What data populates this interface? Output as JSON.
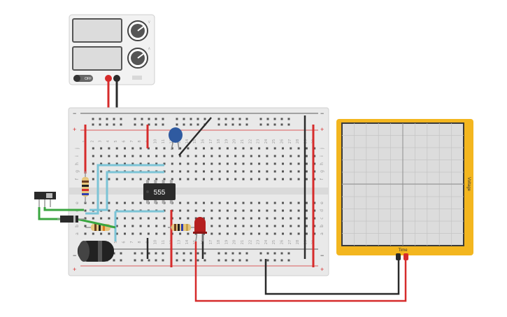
{
  "power_supply": {
    "switch_label": "OFF",
    "knob_labels": [
      "V",
      "A"
    ]
  },
  "breadboard": {
    "column_numbers": [
      "1",
      "2",
      "3",
      "4",
      "5",
      "6",
      "7",
      "8",
      "9",
      "10",
      "11",
      "12",
      "13",
      "14",
      "15",
      "16",
      "17",
      "18",
      "19",
      "20",
      "21",
      "22",
      "23",
      "24",
      "25",
      "26",
      "27",
      "28",
      "29",
      "30"
    ],
    "top_row_letters": [
      "j",
      "i",
      "h",
      "g",
      "f"
    ],
    "bottom_row_letters": [
      "e",
      "d",
      "c",
      "b",
      "a"
    ],
    "rail_plus": "+",
    "rail_minus": "−"
  },
  "ic": {
    "label": "555"
  },
  "oscilloscope": {
    "x_label": "Time",
    "y_label": "Voltage"
  },
  "colors": {
    "rail_red": "#d62b2b",
    "wire_black": "#2a2a2a",
    "wire_teal": "#7cc4d6",
    "wire_green": "#3aa640",
    "scope_frame": "#f3b61f",
    "led_red": "#b51f1f",
    "capacitor_blue": "#2f5aa0"
  },
  "icons": [
    "power-supply-icon",
    "switch-icon",
    "capacitor-icon",
    "electrolytic-capacitor-icon",
    "resistor-icon",
    "led-icon",
    "diode-icon",
    "ic-chip-icon",
    "oscilloscope-icon",
    "probe-icon"
  ]
}
